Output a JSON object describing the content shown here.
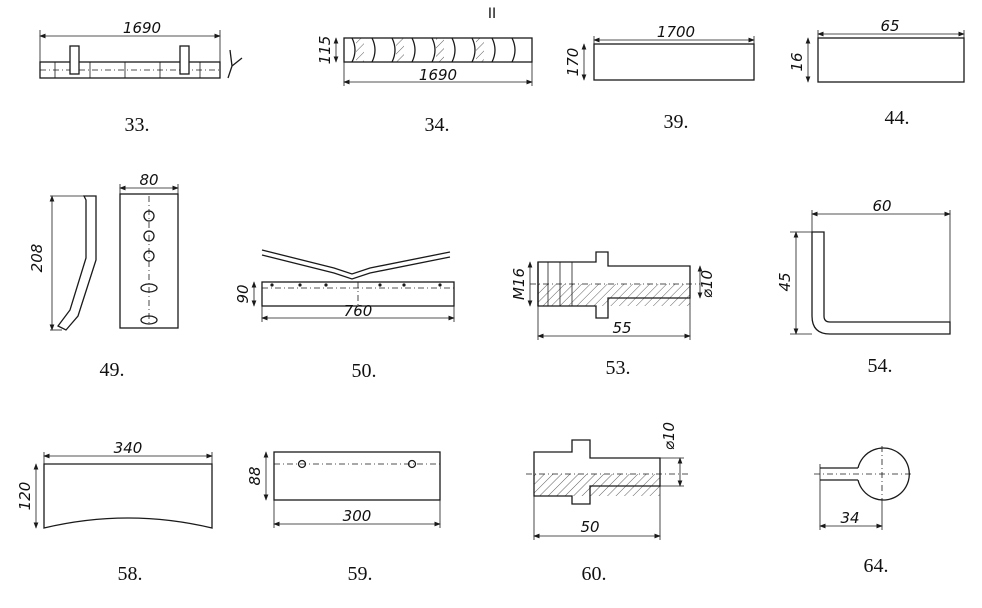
{
  "sheet_label": "II",
  "parts": [
    {
      "number": "33.",
      "dims": [
        "1690"
      ]
    },
    {
      "number": "34.",
      "dims": [
        "115",
        "1690"
      ]
    },
    {
      "number": "39.",
      "dims": [
        "1700",
        "170"
      ]
    },
    {
      "number": "44.",
      "dims": [
        "65",
        "16"
      ]
    },
    {
      "number": "49.",
      "dims": [
        "80",
        "208"
      ]
    },
    {
      "number": "50.",
      "dims": [
        "90",
        "760"
      ]
    },
    {
      "number": "53.",
      "dims": [
        "M16",
        "⌀10",
        "55"
      ]
    },
    {
      "number": "54.",
      "dims": [
        "60",
        "45"
      ]
    },
    {
      "number": "58.",
      "dims": [
        "340",
        "120"
      ]
    },
    {
      "number": "59.",
      "dims": [
        "88",
        "300"
      ]
    },
    {
      "number": "60.",
      "dims": [
        "⌀10",
        "50"
      ]
    },
    {
      "number": "64.",
      "dims": [
        "34"
      ]
    }
  ]
}
